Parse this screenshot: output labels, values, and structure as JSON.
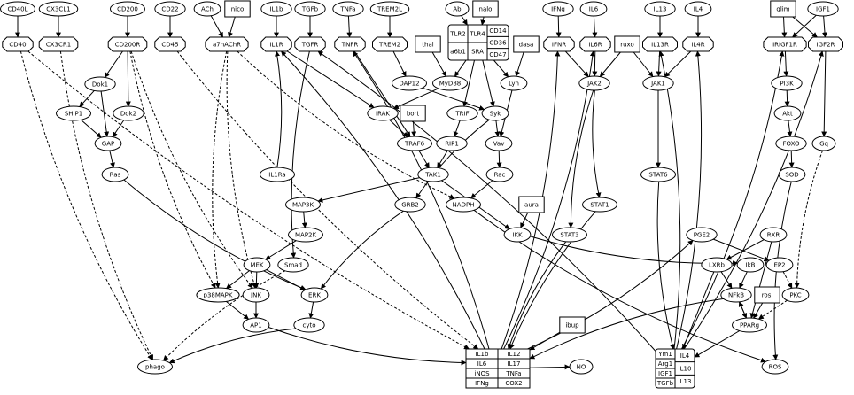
{
  "nodes": [
    {
      "id": "CD40L",
      "label": "CD40L",
      "shape": "ellipse"
    },
    {
      "id": "CX3CL1",
      "label": "CX3CL1",
      "shape": "ellipse"
    },
    {
      "id": "CD200",
      "label": "CD200",
      "shape": "ellipse"
    },
    {
      "id": "CD22",
      "label": "CD22",
      "shape": "ellipse"
    },
    {
      "id": "ACh",
      "label": "ACh",
      "shape": "ellipse"
    },
    {
      "id": "nico",
      "label": "nico",
      "shape": "box"
    },
    {
      "id": "IL1b_in",
      "label": "IL1b",
      "shape": "ellipse"
    },
    {
      "id": "TGFb_in",
      "label": "TGFb",
      "shape": "ellipse"
    },
    {
      "id": "TNFa_in",
      "label": "TNFa",
      "shape": "ellipse"
    },
    {
      "id": "TREM2L",
      "label": "TREM2L",
      "shape": "ellipse"
    },
    {
      "id": "Ab",
      "label": "Ab",
      "shape": "ellipse"
    },
    {
      "id": "nalo",
      "label": "nalo",
      "shape": "box"
    },
    {
      "id": "IFNg_in",
      "label": "IFNg",
      "shape": "ellipse"
    },
    {
      "id": "IL6_in",
      "label": "IL6",
      "shape": "ellipse"
    },
    {
      "id": "IL13_in",
      "label": "IL13",
      "shape": "ellipse"
    },
    {
      "id": "IL4_in",
      "label": "IL4",
      "shape": "ellipse"
    },
    {
      "id": "glim",
      "label": "glim",
      "shape": "box"
    },
    {
      "id": "IGF1",
      "label": "IGF1",
      "shape": "ellipse"
    },
    {
      "id": "CD40",
      "label": "CD40",
      "shape": "octagon"
    },
    {
      "id": "CX3CR1",
      "label": "CX3CR1",
      "shape": "octagon"
    },
    {
      "id": "CD200R",
      "label": "CD200R",
      "shape": "octagon"
    },
    {
      "id": "CD45",
      "label": "CD45",
      "shape": "octagon"
    },
    {
      "id": "a7nAChR",
      "label": "a7nAChR",
      "shape": "octagon"
    },
    {
      "id": "IL1R",
      "label": "IL1R",
      "shape": "octagon"
    },
    {
      "id": "TGFR",
      "label": "TGFR",
      "shape": "octagon"
    },
    {
      "id": "TNFR",
      "label": "TNFR",
      "shape": "octagon"
    },
    {
      "id": "TREM2",
      "label": "TREM2",
      "shape": "octagon"
    },
    {
      "id": "thal",
      "label": "thal",
      "shape": "box"
    },
    {
      "id": "dasa",
      "label": "dasa",
      "shape": "box"
    },
    {
      "id": "IFNR",
      "label": "IFNR",
      "shape": "octagon"
    },
    {
      "id": "IL6R",
      "label": "IL6R",
      "shape": "octagon"
    },
    {
      "id": "ruxo",
      "label": "ruxo",
      "shape": "box"
    },
    {
      "id": "IL13R",
      "label": "IL13R",
      "shape": "octagon"
    },
    {
      "id": "IL4R",
      "label": "IL4R",
      "shape": "octagon"
    },
    {
      "id": "IRIGF1R",
      "label": "IRIGF1R",
      "shape": "octagon"
    },
    {
      "id": "IGF2R",
      "label": "IGF2R",
      "shape": "octagon"
    },
    {
      "id": "Dok1",
      "label": "Dok1",
      "shape": "ellipse"
    },
    {
      "id": "SHIP1",
      "label": "SHIP1",
      "shape": "ellipse"
    },
    {
      "id": "Dok2",
      "label": "Dok2",
      "shape": "ellipse"
    },
    {
      "id": "GAP",
      "label": "GAP",
      "shape": "ellipse"
    },
    {
      "id": "Ras",
      "label": "Ras",
      "shape": "ellipse"
    },
    {
      "id": "IL1Ra",
      "label": "IL1Ra",
      "shape": "ellipse"
    },
    {
      "id": "DAP12",
      "label": "DAP12",
      "shape": "ellipse"
    },
    {
      "id": "MyD88",
      "label": "MyD88",
      "shape": "ellipse"
    },
    {
      "id": "Lyn",
      "label": "Lyn",
      "shape": "ellipse"
    },
    {
      "id": "IRAK",
      "label": "IRAK",
      "shape": "ellipse"
    },
    {
      "id": "bort",
      "label": "bort",
      "shape": "box"
    },
    {
      "id": "TRIF",
      "label": "TRIF",
      "shape": "ellipse"
    },
    {
      "id": "Syk",
      "label": "Syk",
      "shape": "ellipse"
    },
    {
      "id": "TRAF6",
      "label": "TRAF6",
      "shape": "ellipse"
    },
    {
      "id": "RIP1",
      "label": "RIP1",
      "shape": "ellipse"
    },
    {
      "id": "Vav",
      "label": "Vav",
      "shape": "ellipse"
    },
    {
      "id": "TAK1",
      "label": "TAK1",
      "shape": "ellipse"
    },
    {
      "id": "Rac",
      "label": "Rac",
      "shape": "ellipse"
    },
    {
      "id": "JAK2",
      "label": "JAK2",
      "shape": "ellipse"
    },
    {
      "id": "JAK1",
      "label": "JAK1",
      "shape": "ellipse"
    },
    {
      "id": "STAT6",
      "label": "STAT6",
      "shape": "ellipse"
    },
    {
      "id": "PI3K",
      "label": "PI3K",
      "shape": "ellipse"
    },
    {
      "id": "Akt",
      "label": "Akt",
      "shape": "ellipse"
    },
    {
      "id": "FOXO",
      "label": "FOXO",
      "shape": "ellipse"
    },
    {
      "id": "Gq",
      "label": "Gq",
      "shape": "ellipse"
    },
    {
      "id": "SOD",
      "label": "SOD",
      "shape": "ellipse"
    },
    {
      "id": "MAP3K",
      "label": "MAP3K",
      "shape": "ellipse"
    },
    {
      "id": "GRB2",
      "label": "GRB2",
      "shape": "ellipse"
    },
    {
      "id": "NADPH",
      "label": "NADPH",
      "shape": "ellipse"
    },
    {
      "id": "aura",
      "label": "aura",
      "shape": "box"
    },
    {
      "id": "STAT1",
      "label": "STAT1",
      "shape": "ellipse"
    },
    {
      "id": "MAP2K",
      "label": "MAP2K",
      "shape": "ellipse"
    },
    {
      "id": "IKK",
      "label": "IKK",
      "shape": "ellipse"
    },
    {
      "id": "STAT3",
      "label": "STAT3",
      "shape": "ellipse"
    },
    {
      "id": "PGE2",
      "label": "PGE2",
      "shape": "ellipse"
    },
    {
      "id": "RXR",
      "label": "RXR",
      "shape": "ellipse"
    },
    {
      "id": "LXRb",
      "label": "LXRb",
      "shape": "ellipse"
    },
    {
      "id": "IkB",
      "label": "IkB",
      "shape": "ellipse"
    },
    {
      "id": "EP2",
      "label": "EP2",
      "shape": "ellipse"
    },
    {
      "id": "MEK",
      "label": "MEK",
      "shape": "ellipse"
    },
    {
      "id": "Smad",
      "label": "Smad",
      "shape": "ellipse"
    },
    {
      "id": "p38MAPK",
      "label": "p38MAPK",
      "shape": "ellipse"
    },
    {
      "id": "JNK",
      "label": "JNK",
      "shape": "ellipse"
    },
    {
      "id": "ERK",
      "label": "ERK",
      "shape": "ellipse"
    },
    {
      "id": "NFkB",
      "label": "NFkB",
      "shape": "ellipse"
    },
    {
      "id": "rosi",
      "label": "rosi",
      "shape": "box"
    },
    {
      "id": "PKC",
      "label": "PKC",
      "shape": "ellipse"
    },
    {
      "id": "AP1",
      "label": "AP1",
      "shape": "ellipse"
    },
    {
      "id": "cyto",
      "label": "cyto",
      "shape": "ellipse"
    },
    {
      "id": "ibup",
      "label": "ibup",
      "shape": "box"
    },
    {
      "id": "PPARg",
      "label": "PPARg",
      "shape": "ellipse"
    },
    {
      "id": "phago",
      "label": "phago",
      "shape": "ellipse"
    },
    {
      "id": "NO",
      "label": "NO",
      "shape": "ellipse"
    },
    {
      "id": "ROS",
      "label": "ROS",
      "shape": "ellipse"
    }
  ],
  "records": {
    "receptor_complex": {
      "cells": [
        "TLR2",
        "TLR4",
        "a6b1",
        "SRA",
        "CD14",
        "CD36",
        "CD47"
      ]
    },
    "pro_outputs": {
      "cells": [
        "IL1b",
        "IL12",
        "IL6",
        "IL17",
        "iNOS",
        "TNFa",
        "IFNg",
        "COX2"
      ]
    },
    "anti_outputs": {
      "cells": [
        "Ym1",
        "IL4",
        "Arg1",
        "IL10",
        "IGF1",
        "TGFb",
        "IL13"
      ]
    }
  },
  "edges": [
    {
      "from": "CD40L",
      "to": "CD40",
      "style": "solid"
    },
    {
      "from": "CX3CL1",
      "to": "CX3CR1",
      "style": "solid"
    },
    {
      "from": "CD200",
      "to": "CD200R",
      "style": "solid"
    },
    {
      "from": "CD22",
      "to": "CD45",
      "style": "solid"
    },
    {
      "from": "ACh",
      "to": "a7nAChR",
      "style": "solid"
    },
    {
      "from": "nico",
      "to": "a7nAChR",
      "style": "solid"
    },
    {
      "from": "IL1b_in",
      "to": "IL1R",
      "style": "solid"
    },
    {
      "from": "TGFb_in",
      "to": "TGFR",
      "style": "solid"
    },
    {
      "from": "TNFa_in",
      "to": "TNFR",
      "style": "solid"
    },
    {
      "from": "TREM2L",
      "to": "TREM2",
      "style": "solid"
    },
    {
      "from": "Ab",
      "to": "receptor_complex",
      "style": "solid"
    },
    {
      "from": "nalo",
      "to": "receptor_complex",
      "style": "solid"
    },
    {
      "from": "IFNg_in",
      "to": "IFNR",
      "style": "solid"
    },
    {
      "from": "IL6_in",
      "to": "IL6R",
      "style": "solid"
    },
    {
      "from": "IL13_in",
      "to": "IL13R",
      "style": "solid"
    },
    {
      "from": "IL4_in",
      "to": "IL4R",
      "style": "solid"
    },
    {
      "from": "glim",
      "to": "IRIGF1R",
      "style": "solid"
    },
    {
      "from": "glim",
      "to": "IGF2R",
      "style": "solid"
    },
    {
      "from": "IGF1",
      "to": "IRIGF1R",
      "style": "solid"
    },
    {
      "from": "IGF1",
      "to": "IGF2R",
      "style": "solid"
    },
    {
      "from": "CD200R",
      "to": "Dok1",
      "style": "solid"
    },
    {
      "from": "CD200R",
      "to": "Dok2",
      "style": "solid"
    },
    {
      "from": "Dok1",
      "to": "SHIP1",
      "style": "solid"
    },
    {
      "from": "Dok1",
      "to": "GAP",
      "style": "solid"
    },
    {
      "from": "SHIP1",
      "to": "GAP",
      "style": "solid"
    },
    {
      "from": "Dok2",
      "to": "GAP",
      "style": "solid"
    },
    {
      "from": "GAP",
      "to": "Ras",
      "style": "solid"
    },
    {
      "from": "Ras",
      "to": "ERK",
      "style": "solid"
    },
    {
      "from": "IL1Ra",
      "to": "IL1R",
      "style": "solid"
    },
    {
      "from": "IL1R",
      "to": "IRAK",
      "style": "solid"
    },
    {
      "from": "TREM2",
      "to": "DAP12",
      "style": "solid"
    },
    {
      "from": "DAP12",
      "to": "Syk",
      "style": "solid"
    },
    {
      "from": "receptor_complex",
      "to": "MyD88",
      "style": "solid"
    },
    {
      "from": "receptor_complex",
      "to": "TRIF",
      "style": "solid"
    },
    {
      "from": "receptor_complex",
      "to": "Lyn",
      "style": "solid"
    },
    {
      "from": "receptor_complex",
      "to": "Syk",
      "style": "solid"
    },
    {
      "from": "thal",
      "to": "MyD88",
      "style": "solid"
    },
    {
      "from": "dasa",
      "to": "Lyn",
      "style": "solid"
    },
    {
      "from": "MyD88",
      "to": "IRAK",
      "style": "solid"
    },
    {
      "from": "IRAK",
      "to": "TRAF6",
      "style": "solid"
    },
    {
      "from": "bort",
      "to": "TRAF6",
      "style": "solid"
    },
    {
      "from": "TNFR",
      "to": "TRAF6",
      "style": "solid"
    },
    {
      "from": "TRIF",
      "to": "RIP1",
      "style": "solid"
    },
    {
      "from": "RIP1",
      "to": "TAK1",
      "style": "solid"
    },
    {
      "from": "TRAF6",
      "to": "TAK1",
      "style": "solid"
    },
    {
      "from": "Lyn",
      "to": "Vav",
      "style": "solid"
    },
    {
      "from": "Syk",
      "to": "Vav",
      "style": "solid"
    },
    {
      "from": "Syk",
      "to": "GRB2",
      "style": "solid"
    },
    {
      "from": "Vav",
      "to": "Rac",
      "style": "solid"
    },
    {
      "from": "Rac",
      "to": "NADPH",
      "style": "solid"
    },
    {
      "from": "NADPH",
      "to": "ROS",
      "style": "solid"
    },
    {
      "from": "TAK1",
      "to": "MAP3K",
      "style": "solid"
    },
    {
      "from": "TAK1",
      "to": "IKK",
      "style": "solid"
    },
    {
      "from": "aura",
      "to": "IKK",
      "style": "solid"
    },
    {
      "from": "MAP3K",
      "to": "MAP2K",
      "style": "solid"
    },
    {
      "from": "MAP2K",
      "to": "MEK",
      "style": "solid"
    },
    {
      "from": "GRB2",
      "to": "ERK",
      "style": "solid"
    },
    {
      "from": "MEK",
      "to": "p38MAPK",
      "style": "solid"
    },
    {
      "from": "MEK",
      "to": "JNK",
      "style": "solid"
    },
    {
      "from": "MEK",
      "to": "ERK",
      "style": "solid"
    },
    {
      "from": "TGFR",
      "to": "Smad",
      "style": "solid"
    },
    {
      "from": "Smad",
      "to": "phago",
      "style": "dashed"
    },
    {
      "from": "p38MAPK",
      "to": "AP1",
      "style": "solid"
    },
    {
      "from": "JNK",
      "to": "AP1",
      "style": "solid"
    },
    {
      "from": "ERK",
      "to": "cyto",
      "style": "solid"
    },
    {
      "from": "AP1",
      "to": "pro_outputs",
      "style": "solid"
    },
    {
      "from": "cyto",
      "to": "phago",
      "style": "solid"
    },
    {
      "from": "IFNR",
      "to": "JAK2",
      "style": "solid"
    },
    {
      "from": "IL6R",
      "to": "JAK2",
      "style": "solid"
    },
    {
      "from": "ruxo",
      "to": "JAK2",
      "style": "solid"
    },
    {
      "from": "ruxo",
      "to": "JAK1",
      "style": "solid"
    },
    {
      "from": "IL13R",
      "to": "JAK1",
      "style": "solid"
    },
    {
      "from": "IL4R",
      "to": "JAK1",
      "style": "solid"
    },
    {
      "from": "JAK2",
      "to": "STAT1",
      "style": "solid"
    },
    {
      "from": "JAK2",
      "to": "STAT3",
      "style": "solid"
    },
    {
      "from": "JAK1",
      "to": "STAT6",
      "style": "solid"
    },
    {
      "from": "STAT1",
      "to": "pro_outputs",
      "style": "solid"
    },
    {
      "from": "STAT3",
      "to": "pro_outputs",
      "style": "solid"
    },
    {
      "from": "STAT6",
      "to": "anti_outputs",
      "style": "solid"
    },
    {
      "from": "IRIGF1R",
      "to": "PI3K",
      "style": "solid"
    },
    {
      "from": "PI3K",
      "to": "Akt",
      "style": "solid"
    },
    {
      "from": "Akt",
      "to": "FOXO",
      "style": "solid"
    },
    {
      "from": "FOXO",
      "to": "SOD",
      "style": "solid"
    },
    {
      "from": "IGF2R",
      "to": "Gq",
      "style": "solid"
    },
    {
      "from": "Gq",
      "to": "PKC",
      "style": "dashed"
    },
    {
      "from": "SOD",
      "to": "ROS",
      "style": "solid"
    },
    {
      "from": "IKK",
      "to": "IkB",
      "style": "solid"
    },
    {
      "from": "IkB",
      "to": "NFkB",
      "style": "solid"
    },
    {
      "from": "RXR",
      "to": "LXRb",
      "style": "solid"
    },
    {
      "from": "RXR",
      "to": "PPARg",
      "style": "solid"
    },
    {
      "from": "LXRb",
      "to": "NFkB",
      "style": "solid"
    },
    {
      "from": "LXRb",
      "to": "anti_outputs",
      "style": "solid"
    },
    {
      "from": "PGE2",
      "to": "EP2",
      "style": "solid"
    },
    {
      "from": "EP2",
      "to": "PKC",
      "style": "dashed"
    },
    {
      "from": "rosi",
      "to": "PPARg",
      "style": "solid"
    },
    {
      "from": "PKC",
      "to": "PPARg",
      "style": "dashed"
    },
    {
      "from": "NFkB",
      "to": "PPARg",
      "style": "solid"
    },
    {
      "from": "PPARg",
      "to": "NFkB",
      "style": "solid"
    },
    {
      "from": "NFkB",
      "to": "pro_outputs",
      "style": "solid"
    },
    {
      "from": "PPARg",
      "to": "anti_outputs",
      "style": "solid"
    },
    {
      "from": "ibup",
      "to": "pro_outputs",
      "style": "solid"
    },
    {
      "from": "pro_outputs",
      "to": "NO",
      "style": "solid"
    },
    {
      "from": "pro_outputs",
      "to": "PGE2",
      "style": "solid"
    },
    {
      "from": "pro_outputs",
      "to": "IL1R",
      "style": "solid"
    },
    {
      "from": "pro_outputs",
      "to": "TNFR",
      "style": "solid"
    },
    {
      "from": "pro_outputs",
      "to": "IFNR",
      "style": "solid"
    },
    {
      "from": "pro_outputs",
      "to": "IL6R",
      "style": "solid"
    },
    {
      "from": "anti_outputs",
      "to": "TGFR",
      "style": "solid"
    },
    {
      "from": "anti_outputs",
      "to": "IL13R",
      "style": "solid"
    },
    {
      "from": "anti_outputs",
      "to": "IL4R",
      "style": "solid"
    },
    {
      "from": "anti_outputs",
      "to": "IRIGF1R",
      "style": "solid"
    },
    {
      "from": "anti_outputs",
      "to": "IGF2R",
      "style": "solid"
    },
    {
      "from": "CD40",
      "to": "phago",
      "style": "dashed"
    },
    {
      "from": "CD40",
      "to": "pro_outputs",
      "style": "dashed"
    },
    {
      "from": "CX3CR1",
      "to": "phago",
      "style": "dashed"
    },
    {
      "from": "CD45",
      "to": "pro_outputs",
      "style": "dashed"
    },
    {
      "from": "CD200R",
      "to": "p38MAPK",
      "style": "dashed"
    },
    {
      "from": "CD200R",
      "to": "JNK",
      "style": "dashed"
    },
    {
      "from": "a7nAChR",
      "to": "p38MAPK",
      "style": "dashed"
    },
    {
      "from": "a7nAChR",
      "to": "JNK",
      "style": "dashed"
    },
    {
      "from": "a7nAChR",
      "to": "NADPH",
      "style": "dashed"
    }
  ]
}
